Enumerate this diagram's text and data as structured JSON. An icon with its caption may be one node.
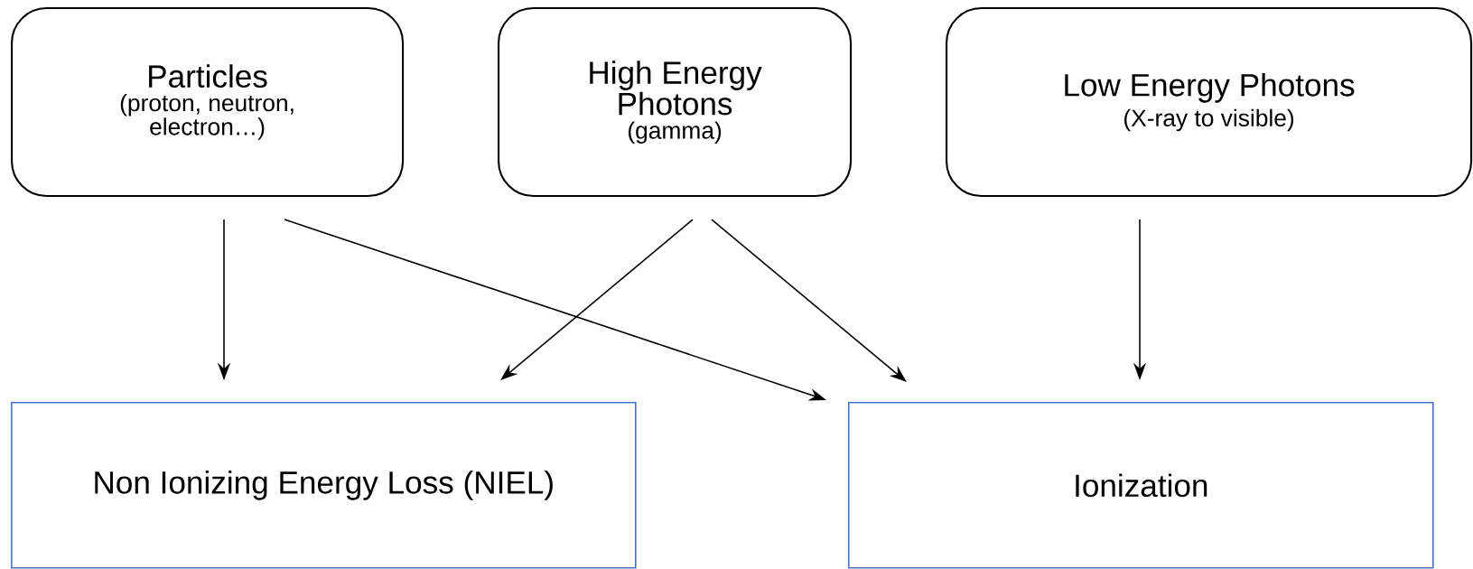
{
  "diagram": {
    "nodes": [
      {
        "text": [
          "Particles",
          "(proton, neutron, electron…)"
        ]
      },
      {
        "text": [
          "High Energy Photons",
          "(gamma)"
        ]
      },
      {
        "text": [
          "Low Energy Photons",
          "(X-ray to visible)"
        ]
      },
      {
        "text": [
          "Non Ionizing Energy Loss (NIEL)"
        ]
      },
      {
        "text": [
          "Ionization"
        ]
      }
    ],
    "edges": [
      {
        "from": 0,
        "to": 3,
        "arrow": "to"
      },
      {
        "from": 0,
        "to": 4,
        "arrow": "to"
      },
      {
        "from": 1,
        "to": 3,
        "arrow": "to"
      },
      {
        "from": 1,
        "to": 4,
        "arrow": "to"
      },
      {
        "from": 2,
        "to": 4,
        "arrow": "to"
      }
    ]
  }
}
